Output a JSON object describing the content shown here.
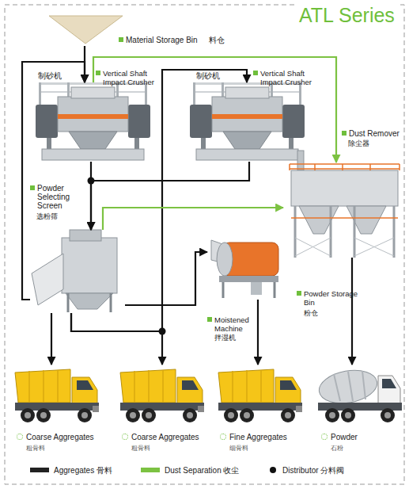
{
  "diagram": {
    "title": "ATL Series",
    "nodes": [
      {
        "text": [
          "Material Storage Bin",
          "料仓"
        ]
      },
      {
        "text": [
          "制砂机",
          "Vertical Shaft Impact Crusher"
        ]
      },
      {
        "text": [
          "制砂机",
          "Vertical Shaft Impact Crusher"
        ]
      },
      {
        "text": [
          "Dust Remover",
          "除尘器"
        ]
      },
      {
        "text": [
          "Powder Selecting Screen",
          "选粉筛"
        ]
      },
      {
        "text": [
          "Moistened Machine",
          "拌湿机"
        ]
      },
      {
        "text": [
          "Coarse Aggregates",
          "粗骨料"
        ]
      },
      {
        "text": [
          "Coarse Aggregates",
          "粗骨料"
        ]
      },
      {
        "text": [
          "Fine Aggregates",
          "细骨料"
        ]
      },
      {
        "text": [
          "Powder",
          "石粉"
        ]
      }
    ],
    "edges": [
      {
        "from": 0,
        "to": 1,
        "arrow": "to"
      },
      {
        "from": 1,
        "to": 4,
        "arrow": "to"
      },
      {
        "from": 2,
        "to": 4,
        "arrow": "to"
      },
      {
        "from": 4,
        "to": 1,
        "arrow": "to"
      },
      {
        "from": 4,
        "to": 2,
        "arrow": "to"
      },
      {
        "from": 4,
        "to": 5,
        "arrow": "to"
      },
      {
        "from": 4,
        "to": 6,
        "arrow": "to"
      },
      {
        "from": 4,
        "to": 7,
        "arrow": "to"
      },
      {
        "from": 5,
        "to": 8,
        "arrow": "to"
      },
      {
        "from": 1,
        "to": 3,
        "arrow": "to"
      },
      {
        "from": 4,
        "to": 3,
        "arrow": "to"
      },
      {
        "from": 3,
        "to": 9,
        "arrow": "to"
      }
    ],
    "labels": [
      "Powder Storage Bin",
      "粉仓"
    ],
    "legend": [
      {
        "text": "Aggregates 骨料",
        "color": "#222222"
      },
      {
        "text": "Dust Separation 收尘",
        "color": "#7cc242"
      },
      {
        "text": "Distributor 分料阀"
      }
    ]
  }
}
